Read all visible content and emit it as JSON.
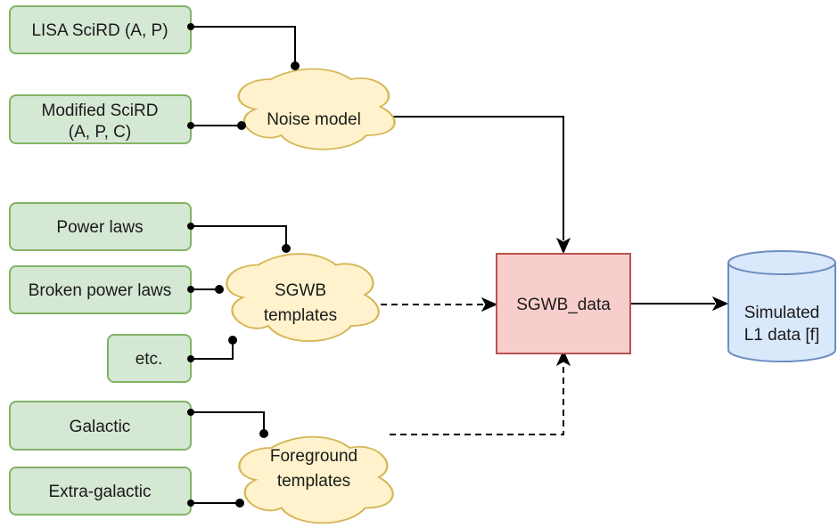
{
  "inputs": {
    "lisa_scird": "LISA SciRD (A, P)",
    "modified_scird_line1": "Modified SciRD",
    "modified_scird_line2": "(A, P, C)",
    "power_laws": "Power laws",
    "broken_power_laws": "Broken power laws",
    "etc": "etc.",
    "galactic": "Galactic",
    "extra_galactic": "Extra-galactic"
  },
  "clouds": {
    "noise_model": "Noise model",
    "sgwb_templates_line1": "SGWB",
    "sgwb_templates_line2": "templates",
    "foreground_templates_line1": "Foreground",
    "foreground_templates_line2": "templates"
  },
  "process": {
    "sgwb_data": "SGWB_data"
  },
  "output": {
    "line1": "Simulated",
    "line2": "L1 data [f]"
  },
  "colors": {
    "input_fill": "#d5e8d4",
    "input_stroke": "#82b366",
    "cloud_fill": "#fff2cc",
    "cloud_stroke": "#d6b656",
    "process_fill": "#f8cecc",
    "process_stroke": "#b85450",
    "output_fill": "#dae8fc",
    "output_stroke": "#6c8ebf"
  },
  "icons": {
    "connector_start": "filled-dot-icon",
    "connector_end": "arrowhead-icon"
  }
}
